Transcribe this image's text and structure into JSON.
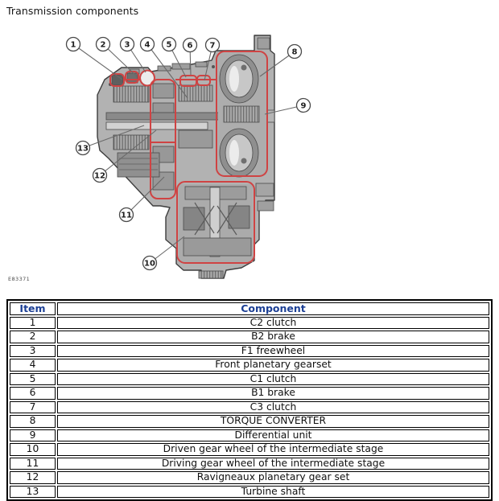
{
  "page": {
    "title": "Transmission components",
    "figure_code": "E83371"
  },
  "diagram": {
    "callouts": [
      "1",
      "2",
      "3",
      "4",
      "5",
      "6",
      "7",
      "8",
      "9",
      "10",
      "11",
      "12",
      "13"
    ]
  },
  "table": {
    "headers": {
      "item": "Item",
      "component": "Component"
    },
    "rows": [
      {
        "item": "1",
        "component": "C2 clutch"
      },
      {
        "item": "2",
        "component": "B2 brake"
      },
      {
        "item": "3",
        "component": "F1 freewheel"
      },
      {
        "item": "4",
        "component": "Front planetary gearset"
      },
      {
        "item": "5",
        "component": "C1 clutch"
      },
      {
        "item": "6",
        "component": "B1 brake"
      },
      {
        "item": "7",
        "component": "C3 clutch"
      },
      {
        "item": "8",
        "component": "TORQUE CONVERTER"
      },
      {
        "item": "9",
        "component": "Differential unit"
      },
      {
        "item": "10",
        "component": "Driven gear wheel of the intermediate stage"
      },
      {
        "item": "11",
        "component": "Driving gear wheel of the intermediate stage"
      },
      {
        "item": "12",
        "component": "Ravigneaux planetary gear set"
      },
      {
        "item": "13",
        "component": "Turbine shaft"
      }
    ]
  },
  "colors": {
    "highlight_red": "#cf4343",
    "header_blue": "#1c3f94",
    "body_gray": "#b2b2b2"
  }
}
